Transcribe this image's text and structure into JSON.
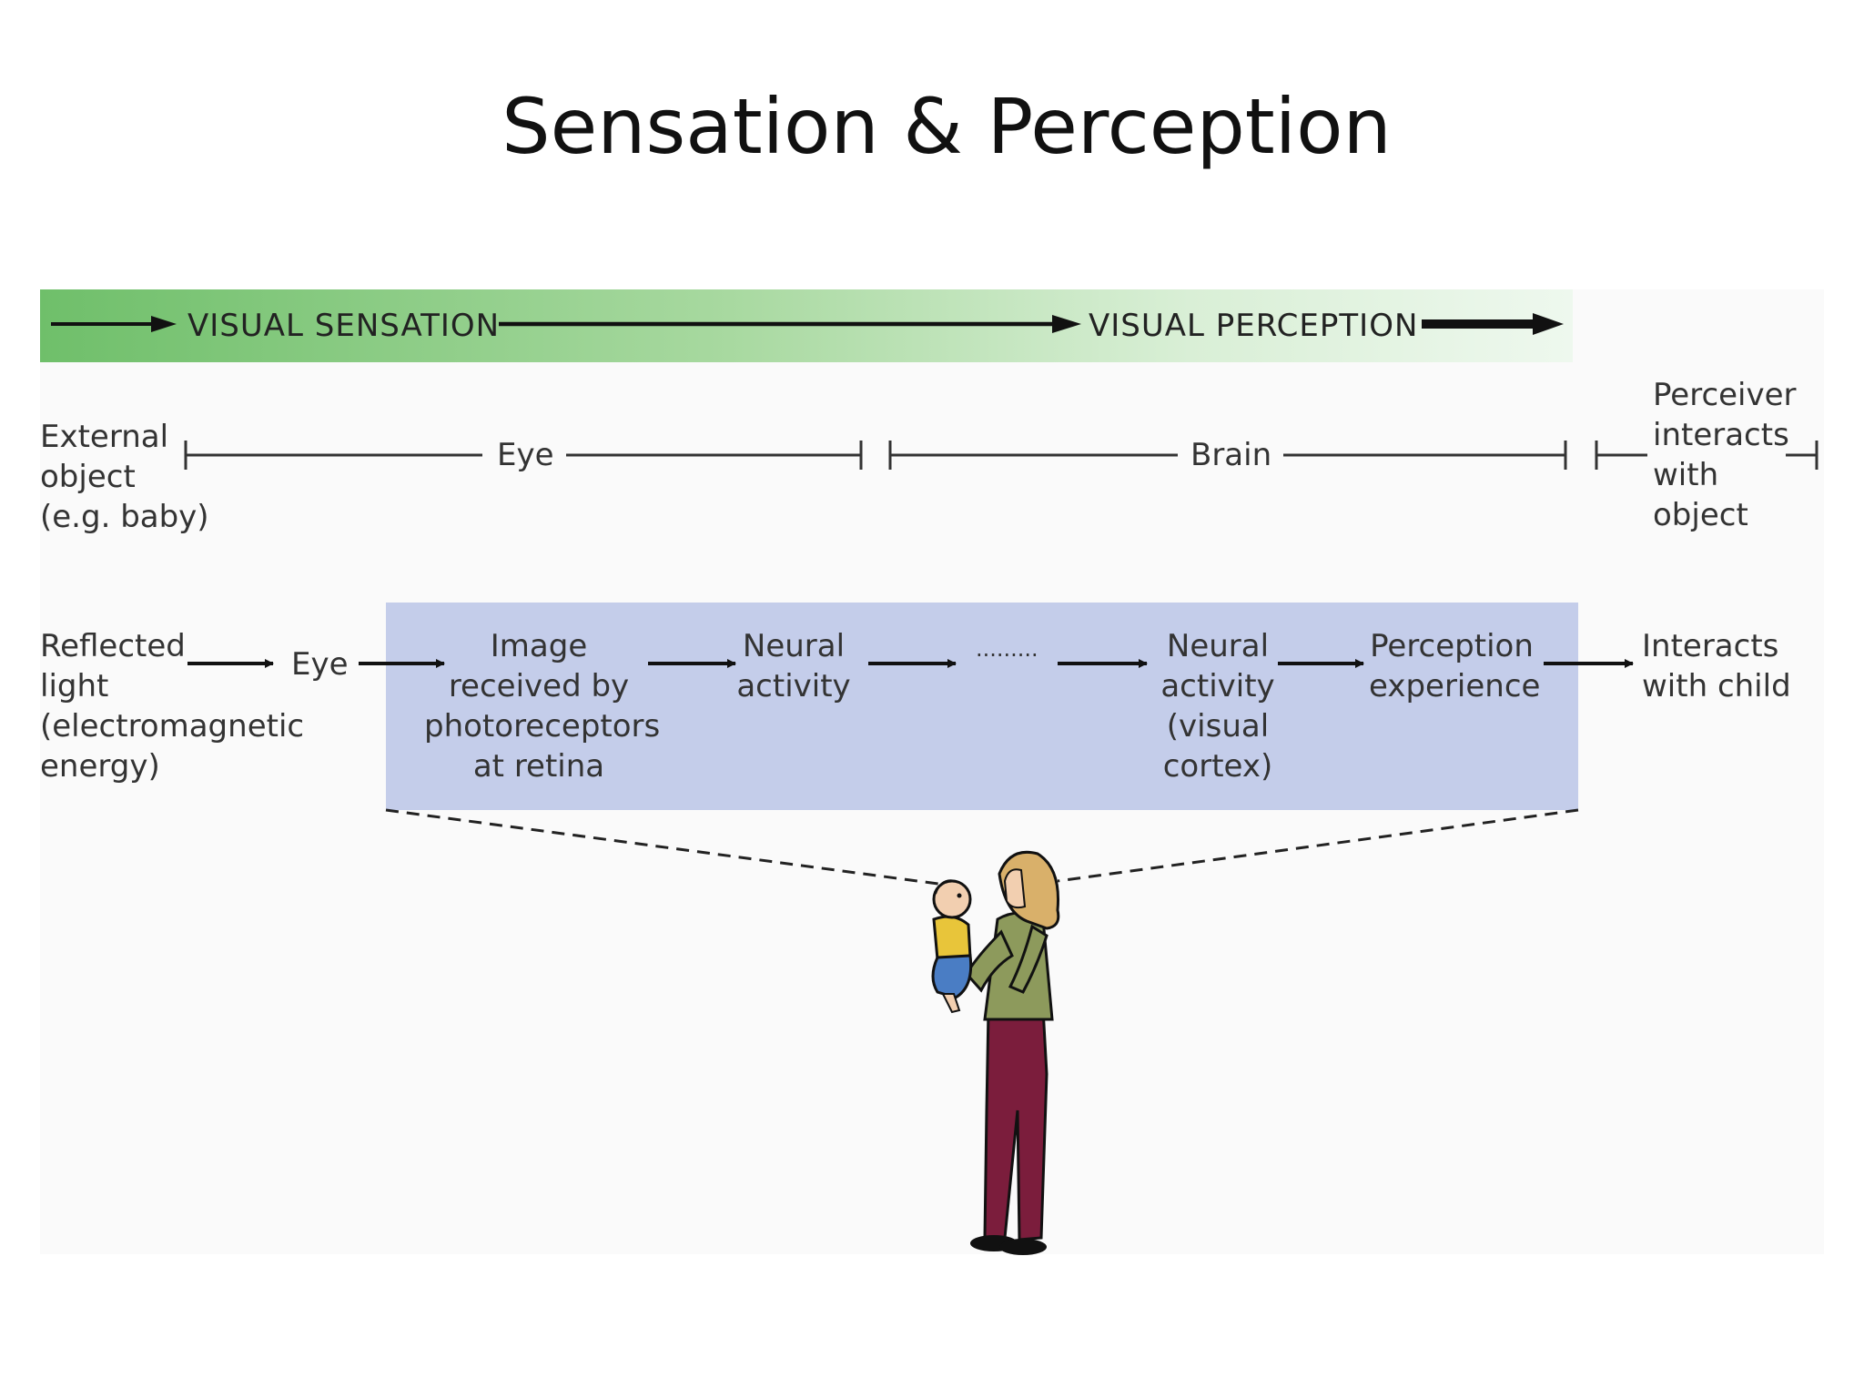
{
  "title": "Sensation & Perception",
  "band": {
    "sensation": "VISUAL SENSATION",
    "perception": "VISUAL PERCEPTION"
  },
  "stages": {
    "external_object": [
      "External",
      "object",
      "(e.g. baby)"
    ],
    "eye": "Eye",
    "brain": "Brain",
    "perceiver": [
      "Perceiver",
      "interacts",
      "with",
      "object"
    ]
  },
  "flow": {
    "reflected_light": [
      "Reflected",
      "light",
      "(electromagnetic",
      "energy)"
    ],
    "eye": "Eye",
    "image": [
      "Image",
      "received by",
      "photoreceptors",
      "at retina"
    ],
    "neural_activity": [
      "Neural",
      "activity"
    ],
    "ellipsis": "·········",
    "neural_cortex": [
      "Neural",
      "activity",
      "(visual cortex)"
    ],
    "perception": [
      "Perception",
      "experience"
    ],
    "interacts": [
      "Interacts",
      "with child"
    ]
  },
  "colors": {
    "green": "#6fbf6a",
    "blue_box": "#c4cdea",
    "shirt": "#8d9a5c",
    "pants": "#7b1d3c",
    "baby_shirt": "#e8c53a",
    "baby_pants": "#4a7dc4"
  }
}
